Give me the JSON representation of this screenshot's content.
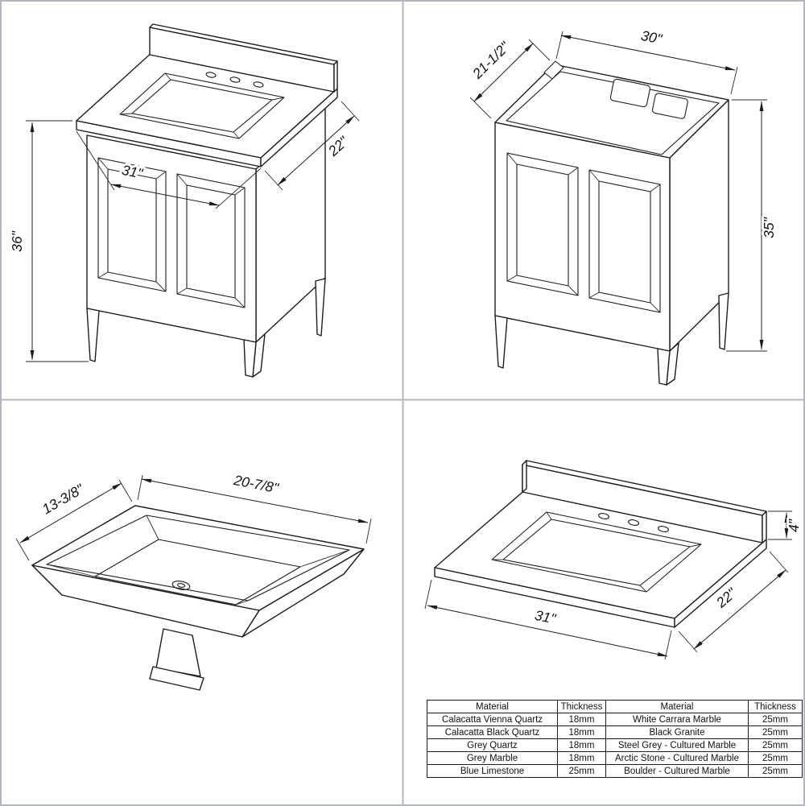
{
  "sheet": {
    "background": "#ffffff",
    "line_color": "#1d1d1f",
    "divider_color": "#b3b7bd"
  },
  "views": {
    "vanity_with_top": {
      "height": "36\"",
      "width": "31\"",
      "depth": "22\""
    },
    "cabinet_only": {
      "depth": "21-1/2\"",
      "width": "30\"",
      "height": "35\""
    },
    "sink_basin": {
      "depth": "13-3/8\"",
      "width": "20-7/8\""
    },
    "countertop": {
      "backsplash_height": "4\"",
      "width": "31\"",
      "depth": "22\""
    }
  },
  "materials_table": {
    "headers": [
      "Material",
      "Thickness",
      "Material",
      "Thickness"
    ],
    "rows": [
      [
        "Calacatta Vienna Quartz",
        "18mm",
        "White Carrara Marble",
        "25mm"
      ],
      [
        "Calacatta Black Quartz",
        "18mm",
        "Black Granite",
        "25mm"
      ],
      [
        "Grey Quartz",
        "18mm",
        "Steel Grey - Cultured Marble",
        "25mm"
      ],
      [
        "Grey Marble",
        "18mm",
        "Arctic Stone - Cultured Marble",
        "25mm"
      ],
      [
        "Blue Limestone",
        "25mm",
        "Boulder - Cultured Marble",
        "25mm"
      ]
    ]
  }
}
